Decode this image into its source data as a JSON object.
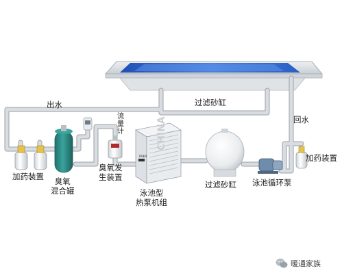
{
  "labels": {
    "outlet_water": "出水",
    "return_water": "回水",
    "sand_filter_top": "过滤砂缸",
    "sand_filter": "过滤砂缸",
    "circulation_pump": "泳池循环泵",
    "dosing_left": "加药装置",
    "dosing_right": "加药装置",
    "ozone_mixing_tank_line1": "臭氧",
    "ozone_mixing_tank_line2": "混合罐",
    "ozone_generator_line1": "臭氧发",
    "ozone_generator_line2": "生装置",
    "flowmeter_chars": [
      "流",
      "量",
      "计"
    ],
    "heat_pump_line1": "泳池型",
    "heat_pump_line2": "热泵机组",
    "brand_vertical": "CHINA",
    "brand_badge": "PAKA"
  },
  "watermark": {
    "text": "暖通家族",
    "icon": "wechat-icon"
  },
  "colors": {
    "pipe": "#c7ccd2",
    "pipe_edge": "#9aa1a8",
    "pool_water": "#2f63c8",
    "pool_frame": "#d7dbe0",
    "tank_teal": "#2f8f8a"
  }
}
